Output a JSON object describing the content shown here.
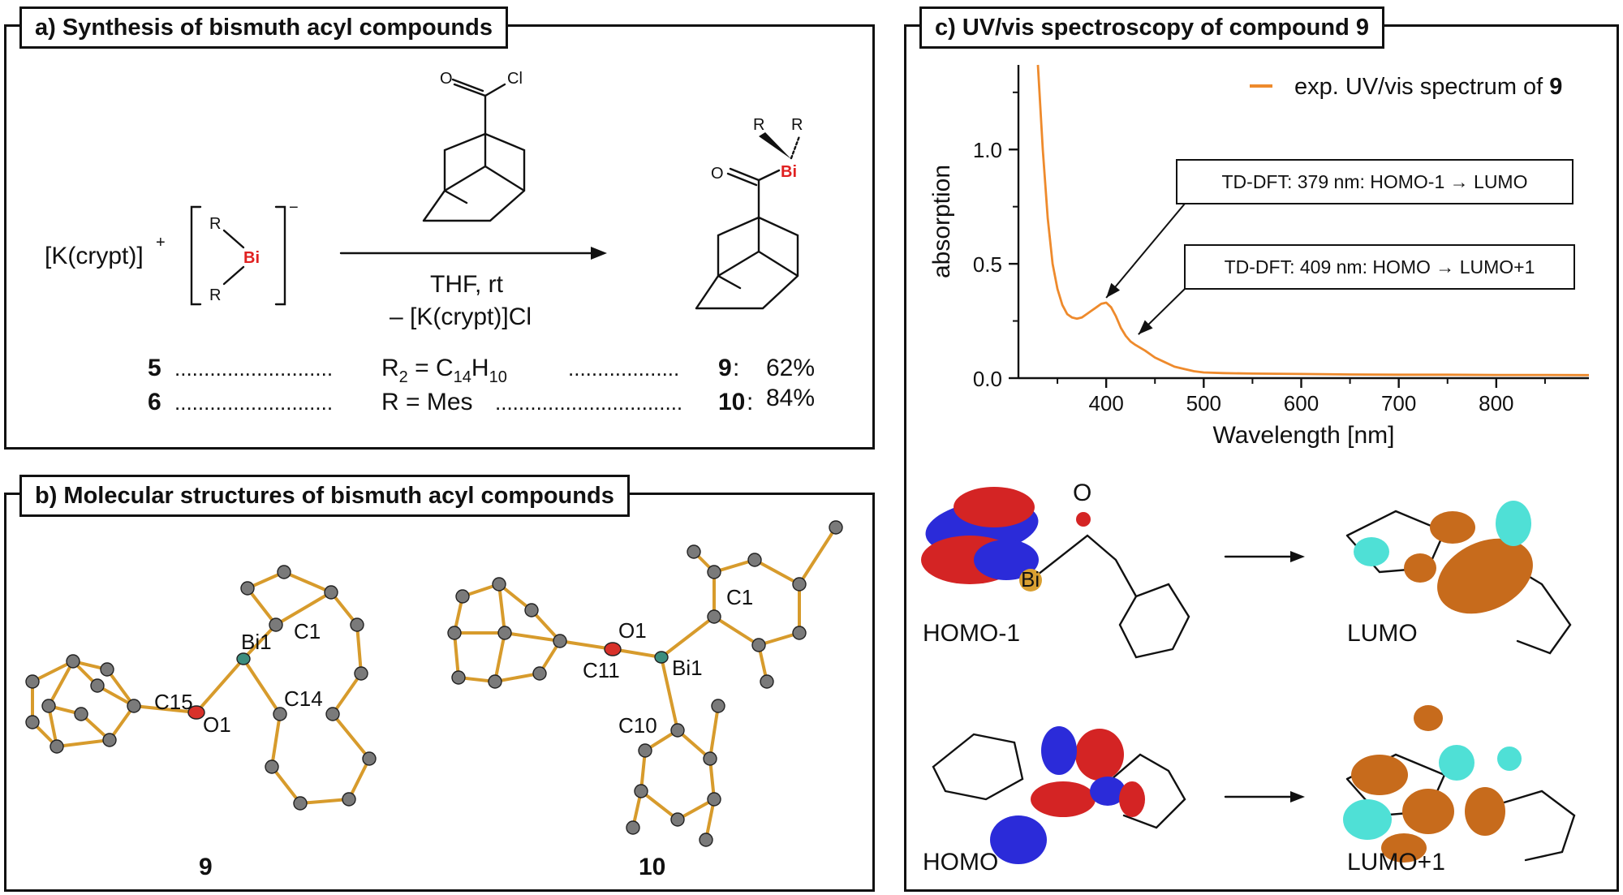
{
  "panel_a": {
    "title": "a) Synthesis of bismuth acyl compounds",
    "reactant_cation": "[K(crypt)]",
    "cation_charge": "+",
    "anion_charge": "−",
    "r_upper": "R",
    "r_lower": "R",
    "bi": "Bi",
    "reagent_o": "O",
    "reagent_cl": "Cl",
    "condition_1": "THF, rt",
    "condition_2": "– [K(crypt)]Cl",
    "product_r1": "R",
    "product_r2": "R",
    "product_o": "O",
    "product_bi": "Bi",
    "rows": [
      {
        "start": "5",
        "dots_left": "...........................",
        "formula_main": "R",
        "formula_sub1": "2",
        "formula_mid": " = C",
        "formula_sub2": "14",
        "formula_h": "H",
        "formula_sub3": "10",
        "dots_right": "...................",
        "product": "9",
        "yield": "62%"
      },
      {
        "start": "6",
        "dots_left": "...........................",
        "formula_main": "R = Mes",
        "dots_right": "................................",
        "product": "10",
        "yield": "84%"
      }
    ]
  },
  "panel_b": {
    "title": "b) Molecular structures of bismuth acyl compounds",
    "labels_9": [
      "Bi1",
      "C1",
      "C15",
      "O1",
      "C14"
    ],
    "labels_10": [
      "O1",
      "C1",
      "C11",
      "Bi1",
      "C10"
    ],
    "compound_9": "9",
    "compound_10": "10"
  },
  "panel_c": {
    "title_prefix": "c) UV/vis spectroscopy of compound ",
    "title_bold": "9",
    "orbital_labels": [
      "HOMO-1",
      "LUMO",
      "HOMO",
      "LUMO+1"
    ],
    "atom_labels": [
      "O",
      "Bi"
    ]
  },
  "chart_data": {
    "type": "line",
    "xlabel": "Wavelength [nm]",
    "ylabel": "absorption",
    "xlim": [
      310,
      895
    ],
    "ylim": [
      0,
      1.37
    ],
    "xticks": [
      400,
      500,
      600,
      700,
      800
    ],
    "yticks": [
      0.0,
      0.5,
      1.0
    ],
    "ytick_labels": [
      "0.0",
      "0.5",
      "1.0"
    ],
    "grid": false,
    "legend_position": "top-right",
    "series": [
      {
        "name": "exp. UV/vis spectrum of 9",
        "color": "#ee8a2c",
        "x": [
          330,
          335,
          340,
          345,
          350,
          355,
          360,
          365,
          370,
          375,
          380,
          385,
          390,
          395,
          400,
          405,
          410,
          415,
          420,
          425,
          430,
          440,
          450,
          460,
          470,
          480,
          490,
          500,
          520,
          550,
          600,
          650,
          700,
          750,
          800,
          850,
          895
        ],
        "y": [
          1.37,
          1.0,
          0.7,
          0.5,
          0.39,
          0.32,
          0.28,
          0.265,
          0.26,
          0.265,
          0.28,
          0.295,
          0.31,
          0.325,
          0.33,
          0.31,
          0.27,
          0.22,
          0.185,
          0.16,
          0.145,
          0.12,
          0.09,
          0.07,
          0.05,
          0.04,
          0.03,
          0.025,
          0.022,
          0.02,
          0.018,
          0.016,
          0.015,
          0.015,
          0.014,
          0.014,
          0.013
        ]
      }
    ],
    "annotations": [
      {
        "text": "TD-DFT: 379 nm: HOMO-1 → LUMO",
        "target_x": 400,
        "target_y": 0.33
      },
      {
        "text": "TD-DFT: 409 nm: HOMO → LUMO+1",
        "target_x": 433,
        "target_y": 0.17
      }
    ]
  }
}
